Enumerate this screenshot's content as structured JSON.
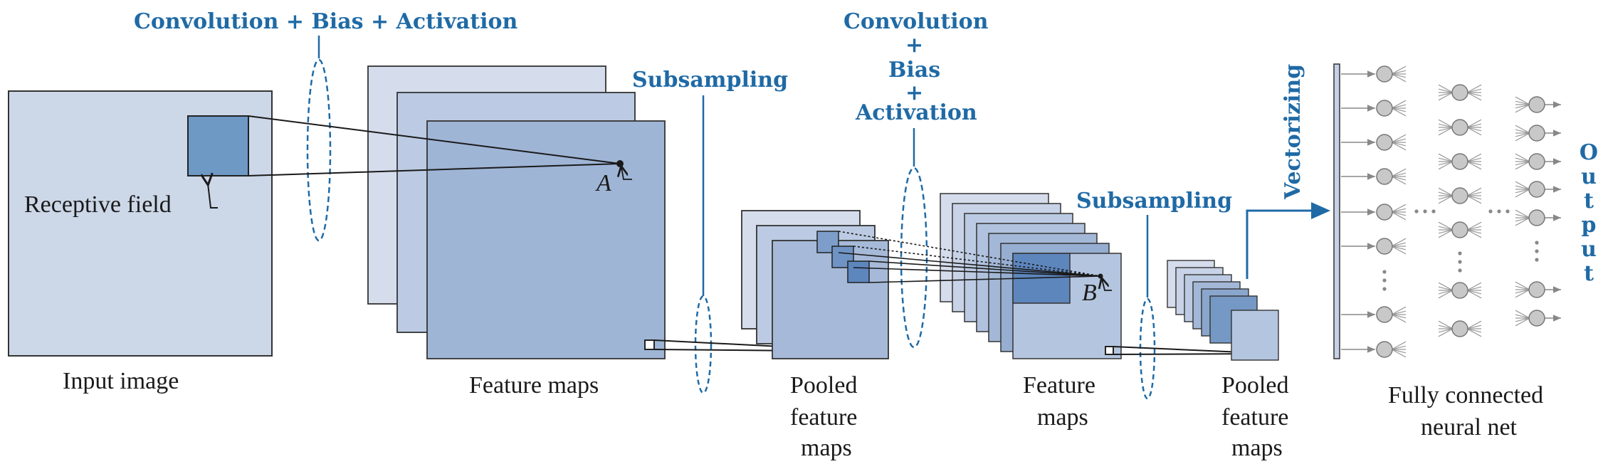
{
  "colors": {
    "accent_blue": "#1f6aa5",
    "map_light": "#d5dcec",
    "map_mid": "#a6b9d8",
    "map_dark": "#6690c0",
    "neuron_fill": "#c8c8c8"
  },
  "labels": {
    "conv1": "Convolution + Bias + Activation",
    "subsampling1": "Subsampling",
    "conv2_line1": "Convolution",
    "conv2_plus1": "+",
    "conv2_line2": "Bias",
    "conv2_plus2": "+",
    "conv2_line3": "Activation",
    "subsampling2": "Subsampling",
    "vectorizing": "Vectorizing",
    "output_letters": [
      "O",
      "u",
      "t",
      "p",
      "u",
      "t"
    ],
    "input_image": "Input image",
    "receptive_field": "Receptive field",
    "point_a": "A",
    "point_b": "B",
    "feature_maps_1": "Feature maps",
    "pooled_1_line1": "Pooled",
    "pooled_1_line2": "feature",
    "pooled_1_line3": "maps",
    "feature_maps_2_line1": "Feature",
    "feature_maps_2_line2": "maps",
    "pooled_2_line1": "Pooled",
    "pooled_2_line2": "feature",
    "pooled_2_line3": "maps",
    "fc_line1": "Fully connected",
    "fc_line2": "neural net"
  }
}
